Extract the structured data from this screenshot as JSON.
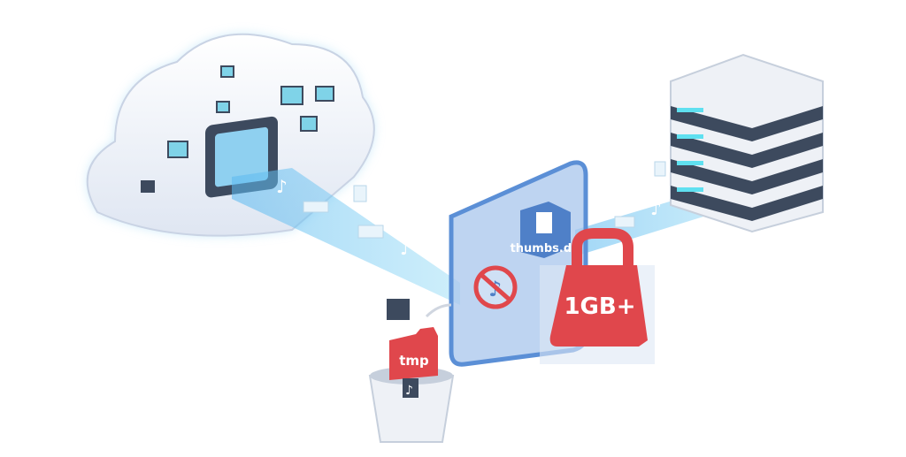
{
  "labels": {
    "filter_file": "thumbs.db",
    "size_limit": "1GB+",
    "temp_folder": "tmp"
  },
  "colors": {
    "stream": "#7fd0f0",
    "filter_panel": "#5b8fd6",
    "blocked": "#e0474c",
    "server": "#3d4a5e",
    "server_light": "#5fe0f0"
  },
  "icons": [
    "cloud-icon",
    "server-icon",
    "filter-panel-icon",
    "document-icon",
    "no-music-icon",
    "weight-icon",
    "trash-bin-icon",
    "folder-icon",
    "music-note-icon"
  ]
}
